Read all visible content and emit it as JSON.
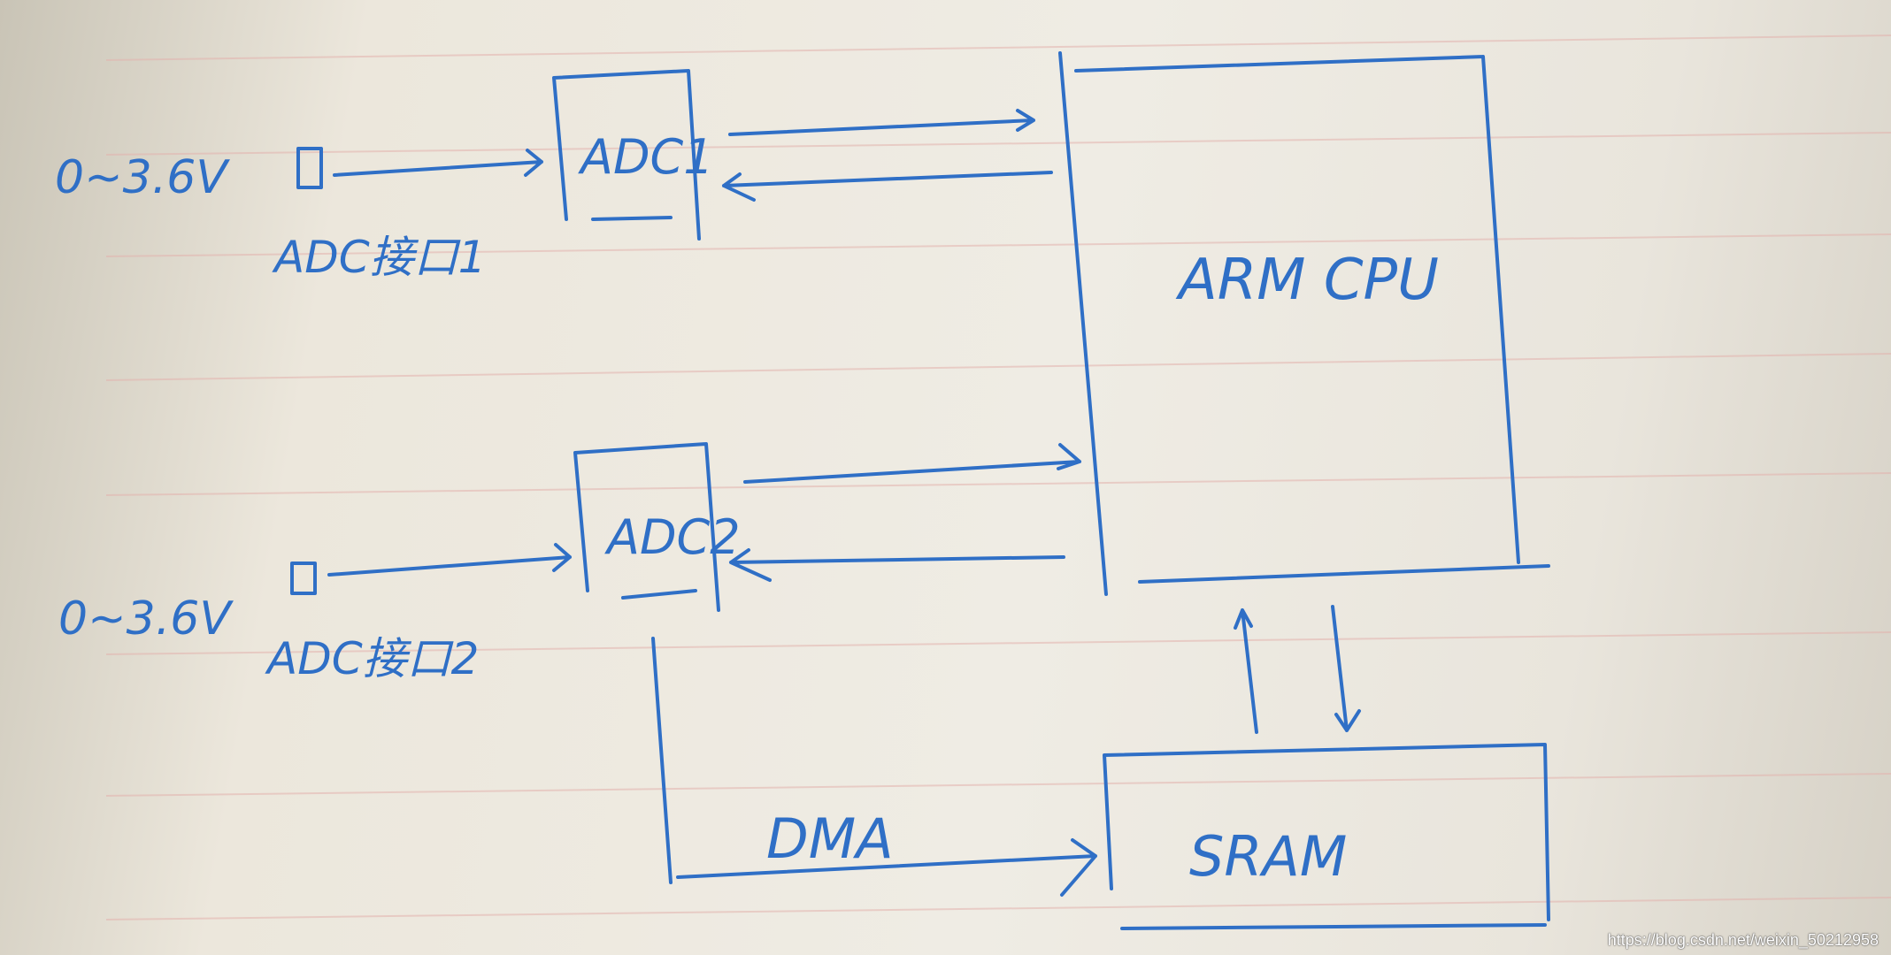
{
  "diagram": {
    "input1": {
      "voltage": "0~3.6V",
      "label": "ADC接口1"
    },
    "input2": {
      "voltage": "0~3.6V",
      "label": "ADC接口2"
    },
    "adc1": {
      "label": "ADC1"
    },
    "adc2": {
      "label": "ADC2"
    },
    "cpu": {
      "label": "ARM CPU"
    },
    "sram": {
      "label": "SRAM"
    },
    "dma": {
      "label": "DMA"
    }
  },
  "watermark": "https://blog.csdn.net/weixin_50212958",
  "colors": {
    "ink": "#2f6fc6",
    "paper": "#ece8de",
    "rule_lines": "#e3b3ae"
  }
}
